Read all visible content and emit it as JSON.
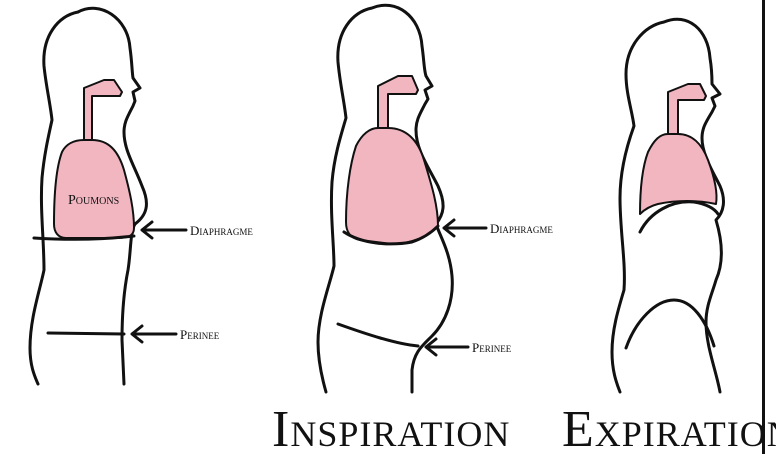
{
  "colors": {
    "organ_fill": "#f2b6c1",
    "outline": "#111111",
    "background": "#ffffff"
  },
  "figure1": {
    "lungs_label": "Poumons",
    "diaphragm_label": "Diaphragme",
    "perineum_label": "Perinee"
  },
  "figure2": {
    "diaphragm_label": "Diaphragme",
    "perineum_label": "Perinee",
    "caption": "Inspiration"
  },
  "figure3": {
    "caption": "Expiration"
  }
}
